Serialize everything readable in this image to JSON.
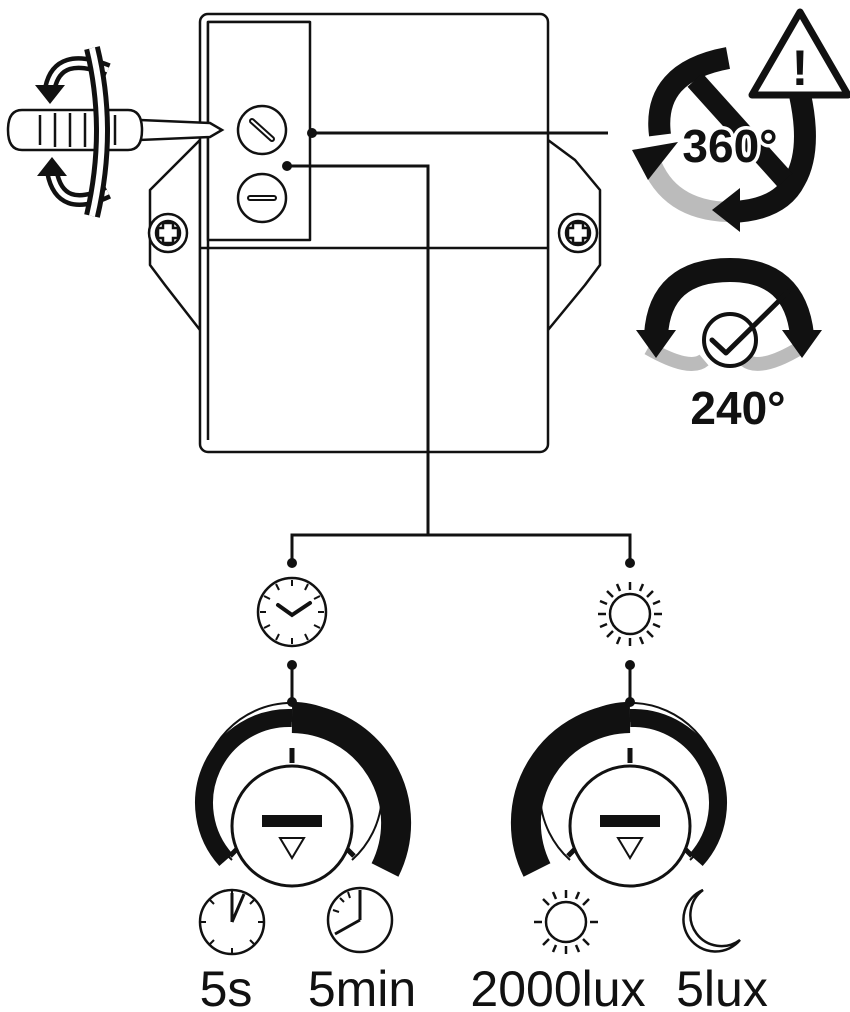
{
  "rotation": {
    "warning_symbol": "!",
    "max_label": "360°",
    "range_label": "240°"
  },
  "time_dial": {
    "min_label": "5s",
    "max_label": "5min"
  },
  "light_dial": {
    "min_label": "2000lux",
    "max_label": "5lux"
  },
  "icons": {
    "screwdriver": "screwdriver-icon",
    "rotate": "rotate-arrows-icon",
    "warning": "warning-triangle-icon",
    "check": "checkmark-icon",
    "clock": "clock-icon",
    "sun": "sun-icon",
    "moon": "moon-icon"
  }
}
